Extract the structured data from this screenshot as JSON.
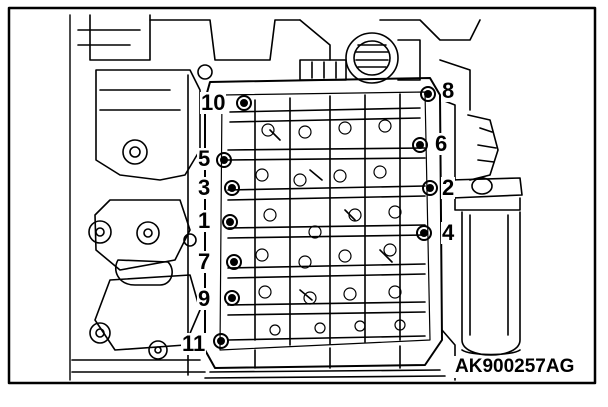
{
  "diagram": {
    "figure_code": "AK900257AG",
    "callouts": [
      {
        "id": "c10",
        "label": "10"
      },
      {
        "id": "c8",
        "label": "8"
      },
      {
        "id": "c6",
        "label": "6"
      },
      {
        "id": "c5",
        "label": "5"
      },
      {
        "id": "c3",
        "label": "3"
      },
      {
        "id": "c2",
        "label": "2"
      },
      {
        "id": "c1",
        "label": "1"
      },
      {
        "id": "c4",
        "label": "4"
      },
      {
        "id": "c7",
        "label": "7"
      },
      {
        "id": "c9",
        "label": "9"
      },
      {
        "id": "c11",
        "label": "11"
      }
    ]
  }
}
